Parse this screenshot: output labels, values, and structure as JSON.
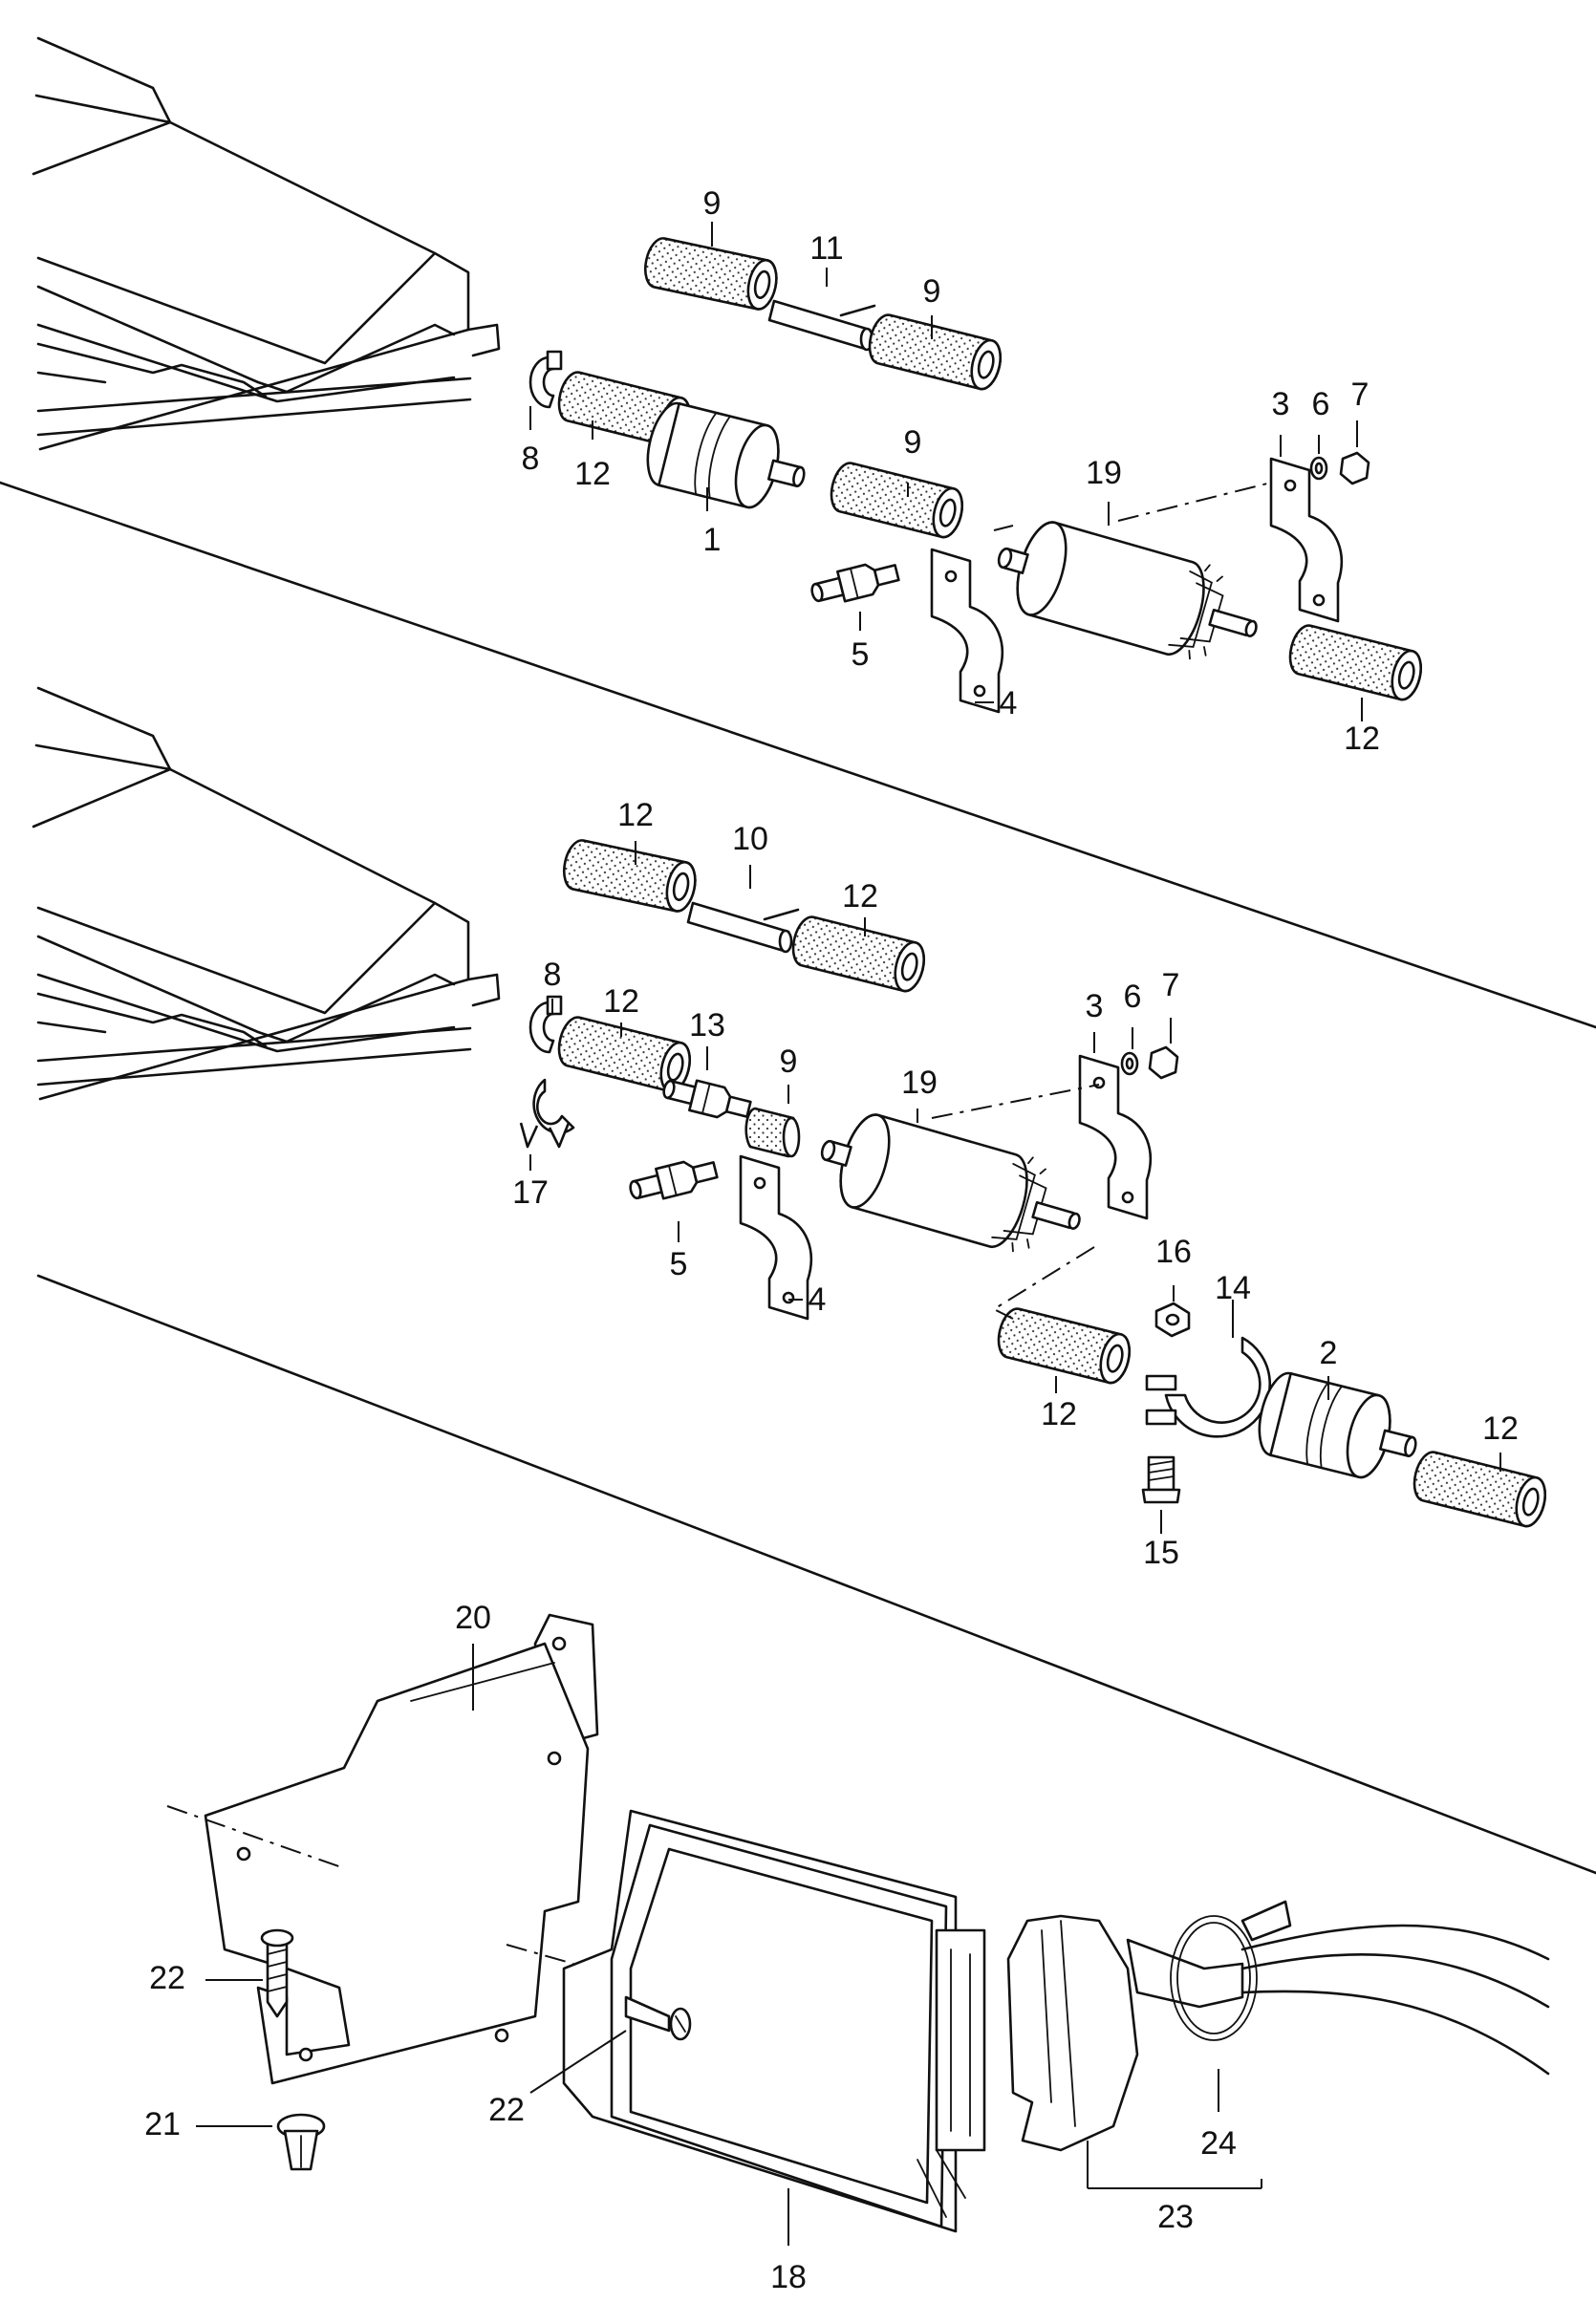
{
  "diagram": {
    "callouts": [
      {
        "id": "c9a",
        "text": "9"
      },
      {
        "id": "c11",
        "text": "11"
      },
      {
        "id": "c9b",
        "text": "9"
      },
      {
        "id": "c8a",
        "text": "8"
      },
      {
        "id": "c12a",
        "text": "12"
      },
      {
        "id": "c1",
        "text": "1"
      },
      {
        "id": "c9c",
        "text": "9"
      },
      {
        "id": "c19a",
        "text": "19"
      },
      {
        "id": "c3a",
        "text": "3"
      },
      {
        "id": "c6a",
        "text": "6"
      },
      {
        "id": "c7a",
        "text": "7"
      },
      {
        "id": "c5a",
        "text": "5"
      },
      {
        "id": "c4a",
        "text": "4"
      },
      {
        "id": "c12b",
        "text": "12"
      },
      {
        "id": "c12c",
        "text": "12"
      },
      {
        "id": "c10",
        "text": "10"
      },
      {
        "id": "c12d",
        "text": "12"
      },
      {
        "id": "c8b",
        "text": "8"
      },
      {
        "id": "c12e",
        "text": "12"
      },
      {
        "id": "c13",
        "text": "13"
      },
      {
        "id": "c9d",
        "text": "9"
      },
      {
        "id": "c19b",
        "text": "19"
      },
      {
        "id": "c3b",
        "text": "3"
      },
      {
        "id": "c6b",
        "text": "6"
      },
      {
        "id": "c7b",
        "text": "7"
      },
      {
        "id": "c17",
        "text": "17"
      },
      {
        "id": "c5b",
        "text": "5"
      },
      {
        "id": "c4b",
        "text": "4"
      },
      {
        "id": "c16",
        "text": "16"
      },
      {
        "id": "c14",
        "text": "14"
      },
      {
        "id": "c2",
        "text": "2"
      },
      {
        "id": "c12f",
        "text": "12"
      },
      {
        "id": "c12g",
        "text": "12"
      },
      {
        "id": "c15",
        "text": "15"
      },
      {
        "id": "c20",
        "text": "20"
      },
      {
        "id": "c22a",
        "text": "22"
      },
      {
        "id": "c22b",
        "text": "22"
      },
      {
        "id": "c21",
        "text": "21"
      },
      {
        "id": "c18",
        "text": "18"
      },
      {
        "id": "c24",
        "text": "24"
      },
      {
        "id": "c23",
        "text": "23"
      }
    ]
  }
}
